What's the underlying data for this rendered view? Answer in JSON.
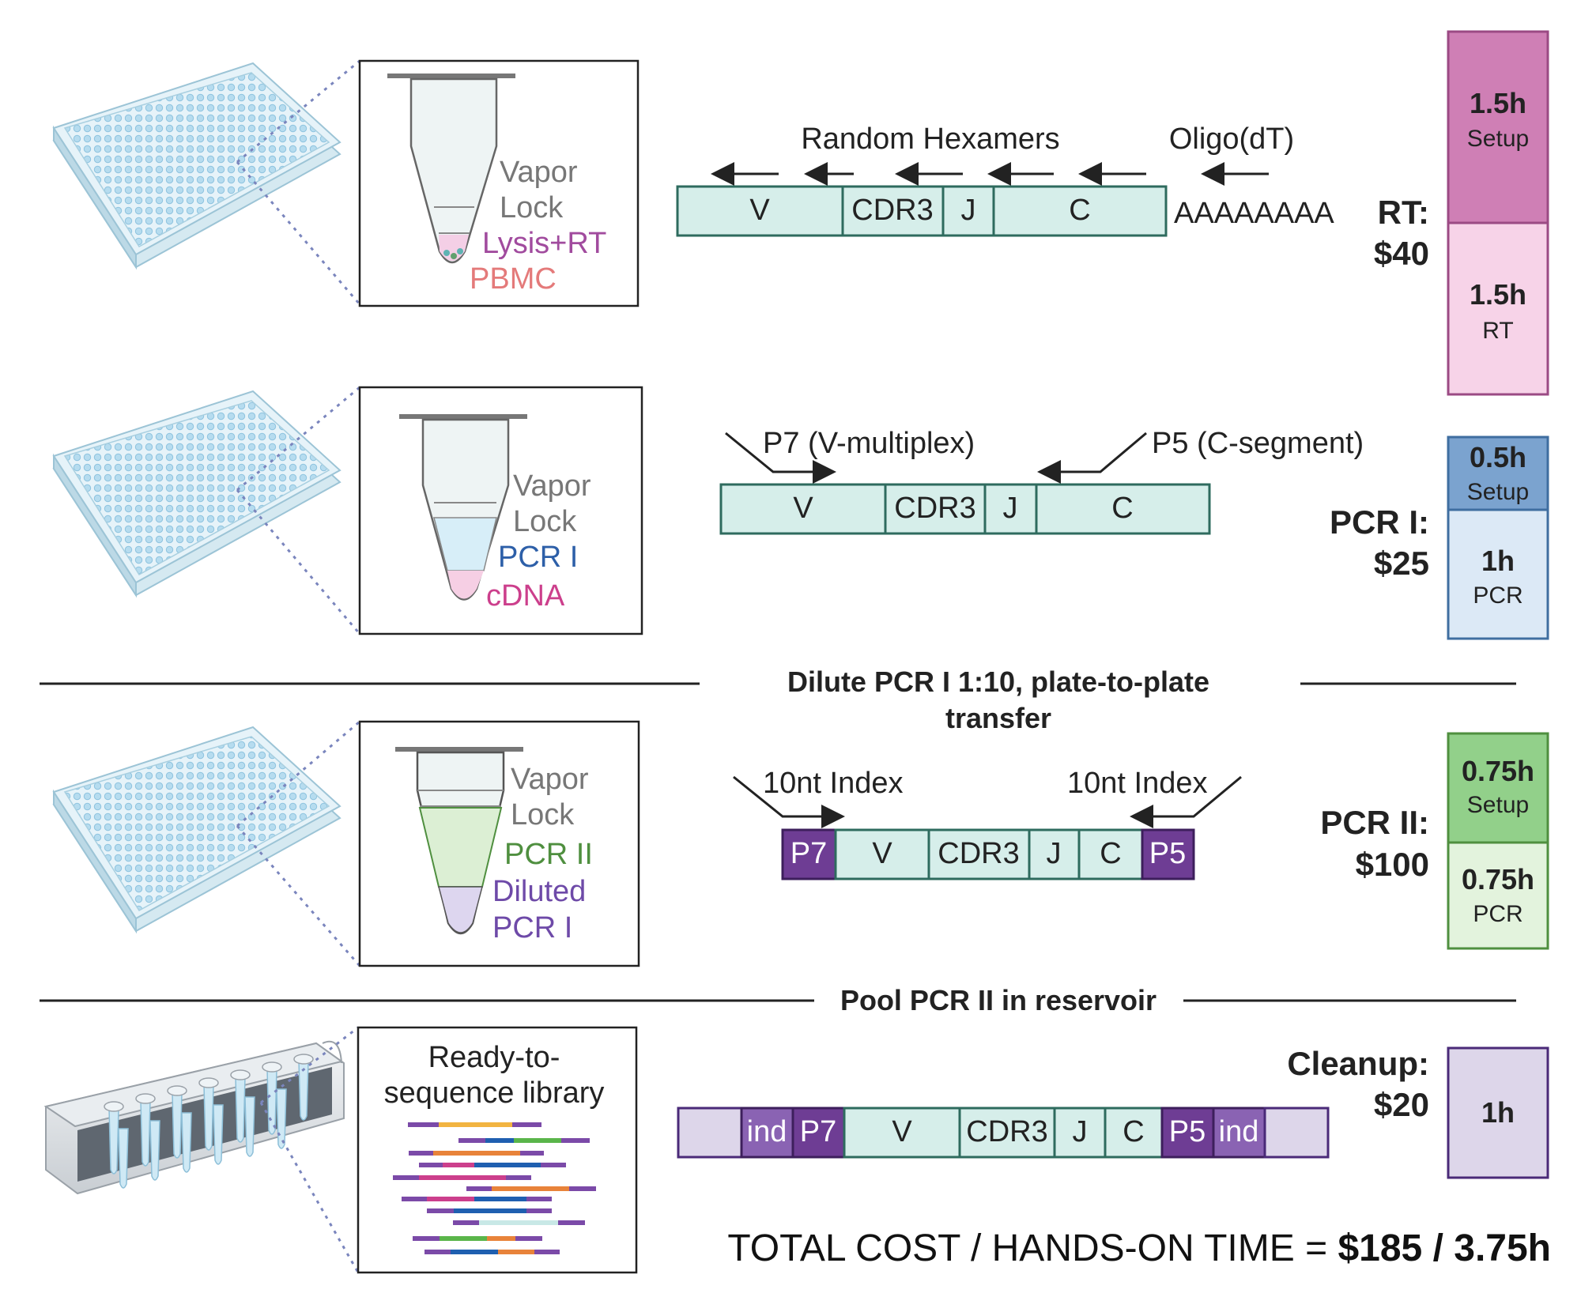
{
  "rows": {
    "rt": {
      "tube_labels": {
        "vapor": "Vapor",
        "lock": "Lock",
        "reagent": "Lysis+RT",
        "sample": "PBMC"
      },
      "primers": {
        "random": "Random Hexamers",
        "oligo": "Oligo(dT)"
      },
      "segments": [
        "V",
        "CDR3",
        "J",
        "C"
      ],
      "polyA": "AAAAAAAA",
      "cost_name": "RT:",
      "cost_value": "$40",
      "time_blocks": [
        {
          "time": "1.5h",
          "label": "Setup",
          "color": "#cf7fb5"
        },
        {
          "time": "1.5h",
          "label": "RT",
          "color": "#f7d3e8"
        }
      ]
    },
    "pcr1": {
      "tube_labels": {
        "vapor": "Vapor",
        "lock": "Lock",
        "reagent": "PCR I",
        "sample": "cDNA"
      },
      "primers": {
        "left": "P7 (V-multiplex)",
        "right": "P5 (C-segment)"
      },
      "segments": [
        "V",
        "CDR3",
        "J",
        "C"
      ],
      "cost_name": "PCR I:",
      "cost_value": "$25",
      "time_blocks": [
        {
          "time": "0.5h",
          "label": "Setup",
          "color": "#7ba3cf"
        },
        {
          "time": "1h",
          "label": "PCR",
          "color": "#dce9f6"
        }
      ]
    },
    "divider1": {
      "line1": "Dilute PCR I 1:10, plate-to-plate",
      "line2": "transfer"
    },
    "pcr2": {
      "tube_labels": {
        "vapor": "Vapor",
        "lock": "Lock",
        "reagent": "PCR II",
        "sample1": "Diluted",
        "sample2": "PCR I"
      },
      "primers": {
        "left": "10nt Index",
        "right": "10nt Index"
      },
      "segments": [
        "P7",
        "V",
        "CDR3",
        "J",
        "C",
        "P5"
      ],
      "cost_name": "PCR II:",
      "cost_value": "$100",
      "time_blocks": [
        {
          "time": "0.75h",
          "label": "Setup",
          "color": "#92d08a"
        },
        {
          "time": "0.75h",
          "label": "PCR",
          "color": "#e3f3dd"
        }
      ]
    },
    "divider2": {
      "text": "Pool PCR II in reservoir"
    },
    "cleanup": {
      "box_line1": "Ready-to-",
      "box_line2": "sequence library",
      "segments": [
        "",
        "ind",
        "P7",
        "V",
        "CDR3",
        "J",
        "C",
        "P5",
        "ind",
        ""
      ],
      "cost_name": "Cleanup:",
      "cost_value": "$20",
      "time_blocks": [
        {
          "time": "1h",
          "label": "",
          "color": "#ddd6ea"
        }
      ]
    }
  },
  "total": {
    "prefix": "TOTAL COST / HANDS-ON TIME = ",
    "value": "$185 / 3.75h"
  },
  "colors": {
    "segment_fill": "#d6eeea",
    "segment_stroke": "#2e6b5e",
    "adapter_fill": "#6e3d94",
    "vapor_text": "#777777",
    "lysis_text": "#a14b9e",
    "pbmc_text": "#e47a7a",
    "pcr1_text": "#2d5fa8",
    "cdna_text": "#cc3f8c",
    "pcr2_text": "#4f8f3f",
    "diluted_text": "#6e4aa8"
  }
}
